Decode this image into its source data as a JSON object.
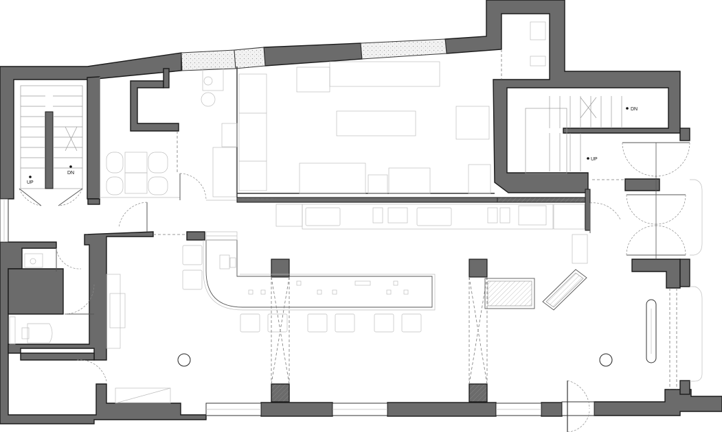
{
  "plan": {
    "stair_labels": {
      "west_up": "UP",
      "west_down": "DN",
      "east_down": "DN",
      "east_up": "UP"
    }
  }
}
